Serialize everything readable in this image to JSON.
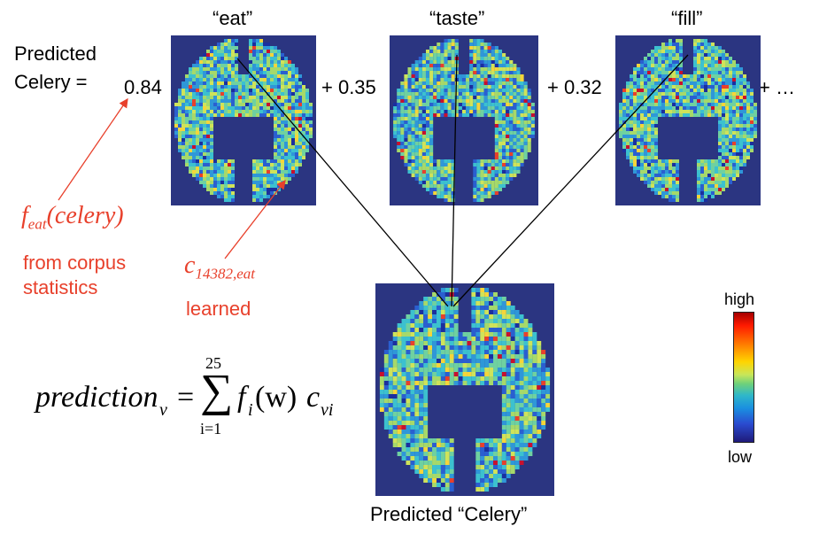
{
  "words": [
    {
      "label": "“eat”",
      "weight": "0.84",
      "seed": 11
    },
    {
      "label": "“taste”",
      "weight": "+ 0.35",
      "seed": 37
    },
    {
      "label": "“fill”",
      "weight": "+ 0.32",
      "seed": 73
    }
  ],
  "ellipsis": "+ …",
  "predicted_label_line1": "Predicted",
  "predicted_label_line2": "Celery =",
  "f_annotation": {
    "f": "f",
    "sub": "eat",
    "arg": "(celery)"
  },
  "from_corpus_line1": "from corpus",
  "from_corpus_line2": "statistics",
  "c_annotation": {
    "c": "c",
    "sub": "14382,eat"
  },
  "learned": "learned",
  "result_caption": "Predicted “Celery”",
  "colorbar": {
    "high": "high",
    "low": "low"
  },
  "formula": {
    "lhs": "prediction",
    "lhs_sub": "v",
    "equals": "=",
    "sum_top": "25",
    "sum_symbol": "∑",
    "sum_bottom": "i=1",
    "f": "f",
    "f_sub": "i",
    "f_arg": "(w)",
    "c": "c",
    "c_sub": "vi"
  },
  "colors": {
    "annotation_red": "#e8402b",
    "brain_background": "#2b3581"
  }
}
